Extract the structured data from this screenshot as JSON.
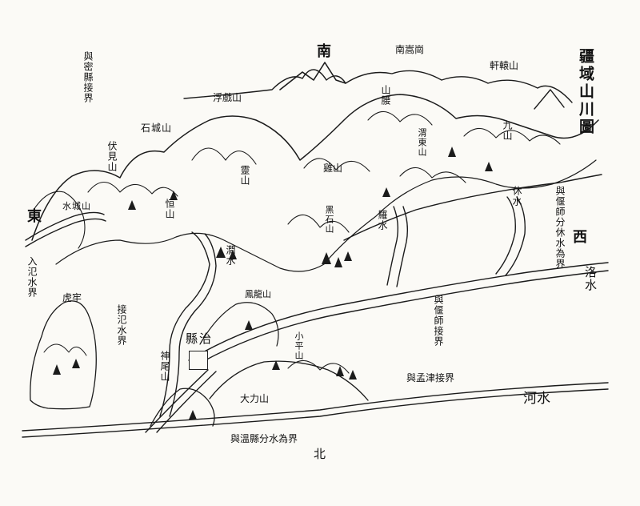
{
  "map": {
    "title": "疆域山川圖",
    "directions": {
      "south": "南",
      "north": "北",
      "east": "東",
      "west": "西"
    },
    "seat": "縣治",
    "labels": {
      "border_xinmi": "與密縣接界",
      "mount_fuxi": "浮戲山",
      "mount_song": "南嵩崗",
      "mount_xuanyuan": "軒轅山",
      "mount_mao": "山腰",
      "mount_jiu": "九山",
      "mount_shicheng": "石城山",
      "mount_fujian": "伏見山",
      "mount_shuicheng": "水城山",
      "mount_ling": "靈山",
      "mount_heng": "恒山",
      "mount_jishan": "雞山",
      "mount_heishi": "黑石山",
      "mount_weidong": "渭東山",
      "river_luo": "羅水",
      "river_xiu": "休水",
      "river_jian": "澗水",
      "border_yanshi_xiu": "與偃師分休水為界",
      "river_luoshui": "洛水",
      "border_sishui_left": "入氾水界",
      "mount_hu": "虎牢",
      "border_sishui": "接氾水界",
      "border_yanshi": "與偃師接界",
      "mount_xiaoping": "小平山",
      "mount_pinglao": "鳳龍山",
      "mount_shenwei": "神尾山",
      "mount_dali": "大力山",
      "border_mengjin": "與孟津接界",
      "river_he": "河水",
      "border_wenxian": "與溫縣分水為界"
    }
  }
}
